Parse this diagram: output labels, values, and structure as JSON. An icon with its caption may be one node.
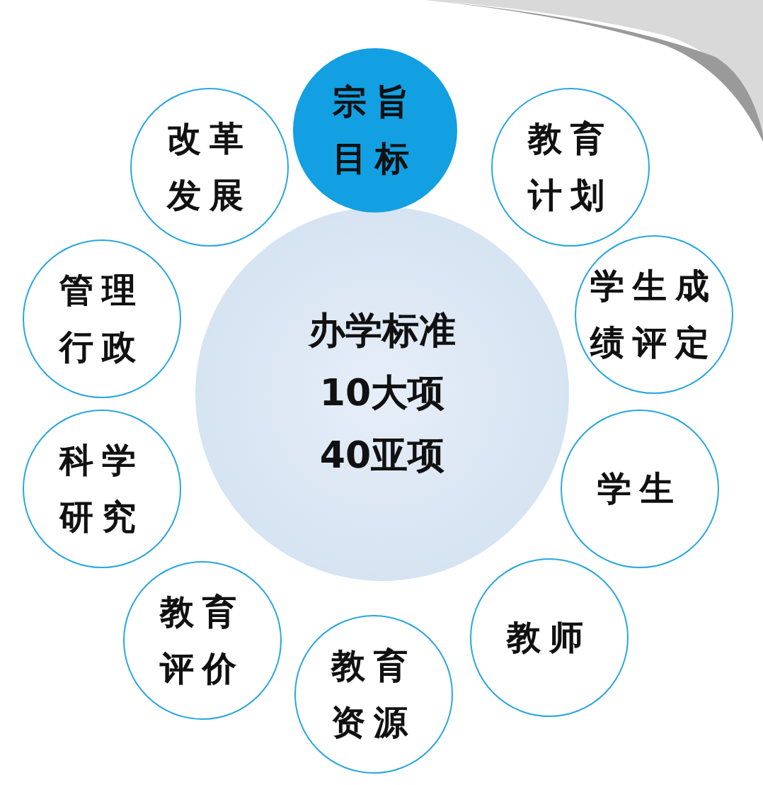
{
  "diagram": {
    "nodes": [
      {
        "text": [
          "办学标准",
          "10大项",
          "40亚项"
        ]
      },
      {
        "text": [
          "宗旨目标"
        ]
      },
      {
        "text": [
          "教育计划"
        ]
      },
      {
        "text": [
          "学生成绩评定"
        ]
      },
      {
        "text": [
          "学生"
        ]
      },
      {
        "text": [
          "教师"
        ]
      },
      {
        "text": [
          "教育资源"
        ]
      },
      {
        "text": [
          "教育评价"
        ]
      },
      {
        "text": [
          "科学研究"
        ]
      },
      {
        "text": [
          "管理行政"
        ]
      },
      {
        "text": [
          "改革发展"
        ]
      }
    ]
  }
}
